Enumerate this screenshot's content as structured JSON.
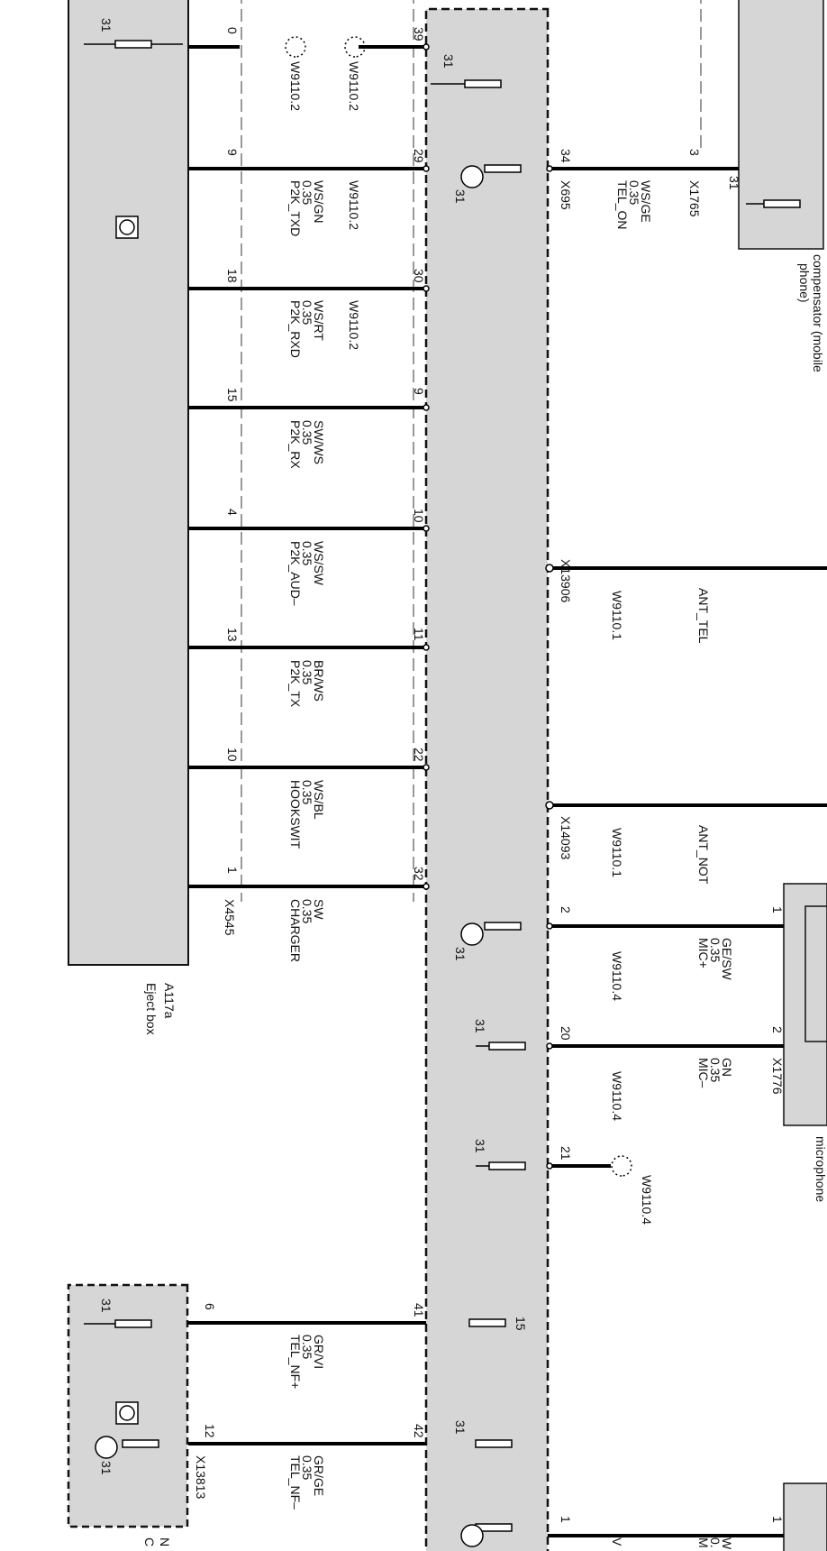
{
  "modules": {
    "eject_box": {
      "id": "A117a",
      "name": "Eject box"
    },
    "compensator": {
      "text_1": "compensator (mobile",
      "text_2": "phone)",
      "pin": "3",
      "connector": "X1765",
      "ground": "31"
    },
    "microphone": {
      "text": "microphone",
      "connector": "X1776",
      "pins": [
        "1",
        "2"
      ]
    },
    "lower_box": {
      "connector": "X13813",
      "partial_label": "N",
      "partial_label_2": "C"
    }
  },
  "eject_pins": [
    {
      "pin": "0",
      "top_pin": "39",
      "signal": "",
      "spec": "",
      "color": "",
      "splice": "W9110.2",
      "splice_right": "W9110.2"
    },
    {
      "pin": "9",
      "top_pin": "29",
      "signal": "P2K_TXD",
      "spec": "0.35",
      "color": "WS/GN",
      "splice": "W9110.2"
    },
    {
      "pin": "18",
      "top_pin": "30",
      "signal": "P2K_RXD",
      "spec": "0.35",
      "color": "WS/RT",
      "splice": "W9110.2"
    },
    {
      "pin": "15",
      "top_pin": "9",
      "signal": "P2K_RX",
      "spec": "0.35",
      "color": "SW/WS"
    },
    {
      "pin": "4",
      "top_pin": "10",
      "signal": "P2K_AUD–",
      "spec": "0.35",
      "color": "WS/SW"
    },
    {
      "pin": "13",
      "top_pin": "11",
      "signal": "P2K_TX",
      "spec": "0.35",
      "color": "BR/WS"
    },
    {
      "pin": "10",
      "top_pin": "22",
      "signal": "HOOKSWIT",
      "spec": "0.35",
      "color": "WS/BL"
    },
    {
      "pin": "1",
      "top_pin": "32",
      "signal": "CHARGER",
      "spec": "0.35",
      "color": "SW",
      "connector": "X4545"
    }
  ],
  "right_side": {
    "tel_on": {
      "pin": "34",
      "connector": "X695",
      "signal": "TEL_ON",
      "spec": "0.35",
      "color": "WS/GE"
    },
    "ant_tel": {
      "connector": "X13906",
      "splice": "W9110.1",
      "signal": "ANT_TEL"
    },
    "ant_not": {
      "connector": "X14093",
      "splice": "W9110.1",
      "signal": "ANT_NOT"
    },
    "mic_plus": {
      "pin": "2",
      "splice": "W9110.4",
      "signal": "MIC+",
      "spec": "0.35",
      "color": "GE/SW"
    },
    "mic_minus": {
      "pin": "20",
      "splice": "W9110.4",
      "signal": "MIC–",
      "spec": "0.35",
      "color": "GN"
    },
    "pin21": {
      "pin": "21",
      "splice": "W9110.4"
    },
    "bottom": {
      "pin": "1",
      "pin_right": "1",
      "partial_a": "M",
      "partial_b": "0.",
      "partial_c": "V",
      "partial_d": "W"
    }
  },
  "lower_pins": [
    {
      "pin": "6",
      "top_pin": "41",
      "signal": "TEL_NF+",
      "spec": "0.35",
      "color": "GR/VI",
      "supply": "15"
    },
    {
      "pin": "12",
      "top_pin": "42",
      "signal": "TEL_NF–",
      "spec": "0.35",
      "color": "GR/GE"
    }
  ],
  "ground_label": "31",
  "colors": {
    "module_fill": "#d6d6d6",
    "wire": "#000000"
  }
}
